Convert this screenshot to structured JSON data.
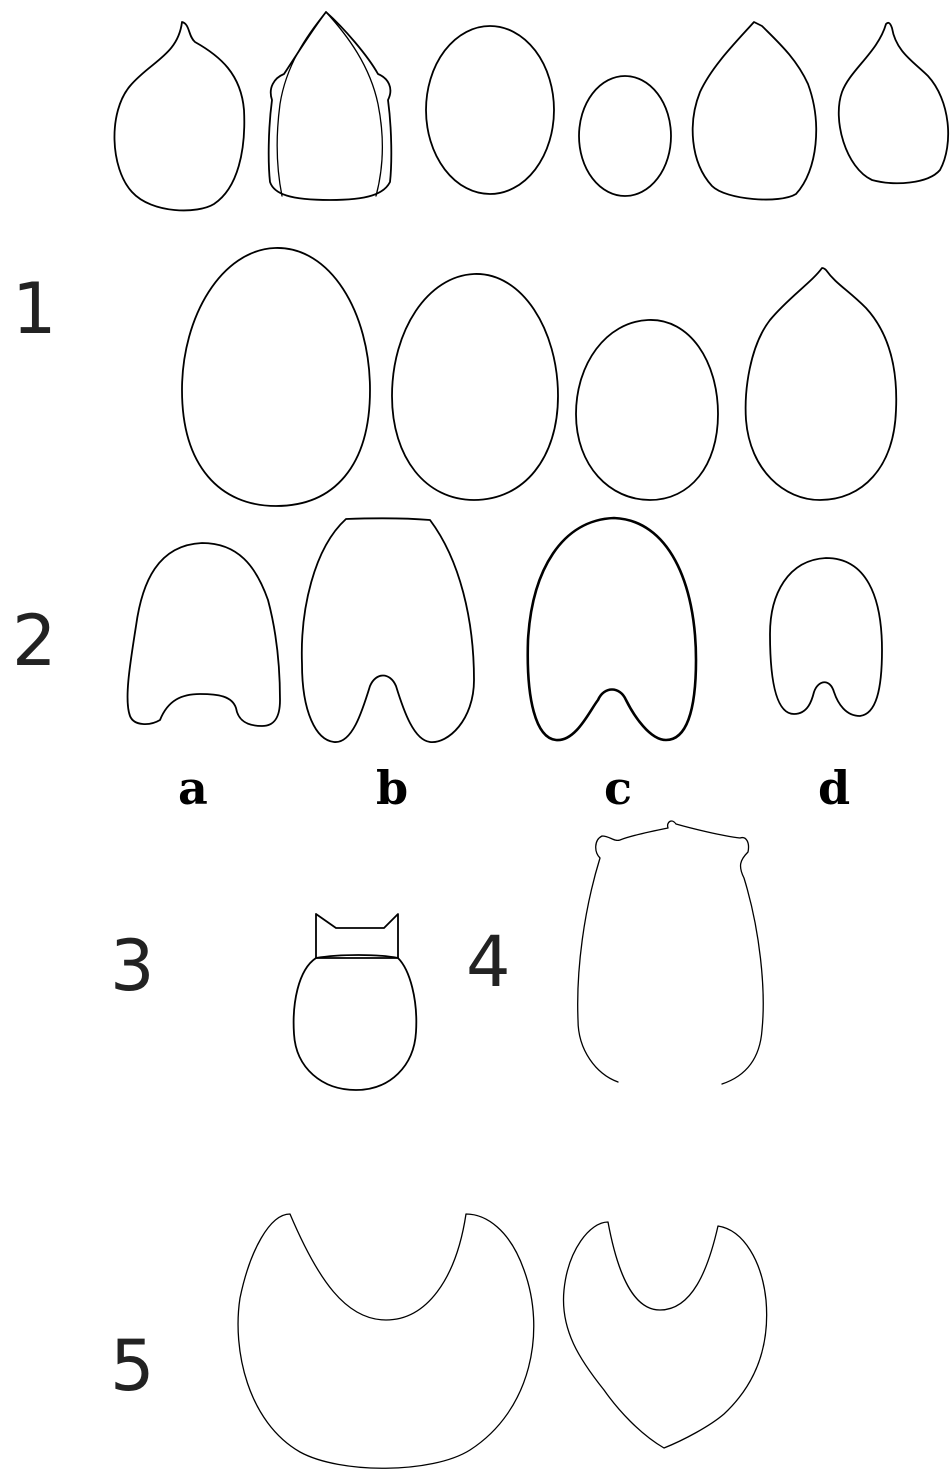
{
  "labels": {
    "row_numbers": [
      "1",
      "2",
      "3",
      "4",
      "5"
    ],
    "columns": [
      "a",
      "b",
      "c",
      "d"
    ]
  }
}
